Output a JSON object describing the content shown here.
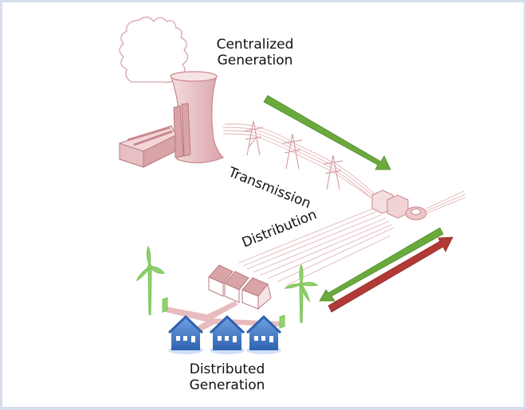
{
  "diagram": {
    "title": "Power grid: centralized vs distributed generation",
    "labels": {
      "centralized_line1": "Centralized",
      "centralized_line2": "Generation",
      "transmission": "Transmission",
      "distribution": "Distribution",
      "distributed_line1": "Distributed",
      "distributed_line2": "Generation"
    },
    "colors": {
      "infrastructure": "#d9a3a8",
      "infrastructure_dark": "#c9868c",
      "power_flow_forward": "#6aaa3c",
      "power_flow_reverse": "#b23a36",
      "wind_turbine": "#8fd46a",
      "house": "#4a7fc8",
      "frame_border": "#d6deec"
    },
    "flows": [
      {
        "name": "transmission-flow",
        "direction": "down-right",
        "color": "green"
      },
      {
        "name": "distribution-flow-in",
        "direction": "down-left",
        "color": "green"
      },
      {
        "name": "distribution-flow-out",
        "direction": "up-right",
        "color": "red"
      }
    ]
  }
}
